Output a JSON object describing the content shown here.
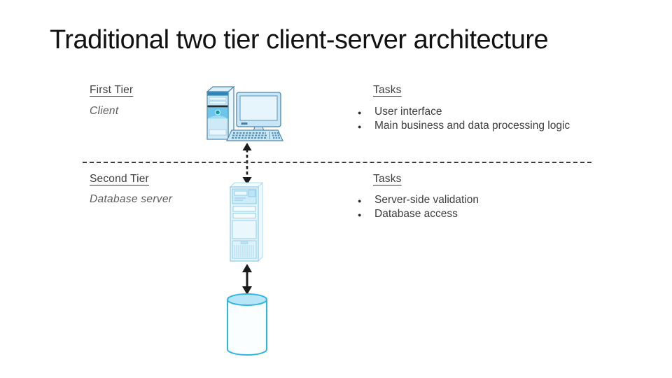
{
  "slide": {
    "title": "Traditional two tier client-server architecture"
  },
  "tiers": [
    {
      "tier_label": "First Tier",
      "role_label": "Client",
      "tasks_heading": "Tasks",
      "tasks": [
        "User interface",
        "Main business and data processing logic"
      ],
      "icon": "desktop-computer-icon"
    },
    {
      "tier_label": "Second Tier",
      "role_label": "Database server",
      "tasks_heading": "Tasks",
      "tasks": [
        "Server-side validation",
        "Database access"
      ],
      "icon": "server-tower-icon"
    }
  ],
  "storage": {
    "icon": "database-cylinder-icon"
  },
  "connections": [
    {
      "from": "client",
      "to": "database-server",
      "style": "dashed-double-arrow"
    },
    {
      "from": "database-server",
      "to": "database",
      "style": "solid-double-arrow"
    }
  ],
  "colors": {
    "background": "#ffffff",
    "title_text": "#111111",
    "body_text": "#3e3e3e",
    "outline_blue": "#4f87ae",
    "light_fill": "#cfeaf7",
    "pale_fill": "#e9f6fc",
    "accent_panel_blue": "#6cc6ea",
    "tower_cap_blue": "#2e85b8",
    "power_button_teal": "#0e9bb0",
    "server_outline": "#8ecbe6",
    "cylinder_cyan": "#2fb6e4",
    "arrow_black": "#1a1a1a"
  }
}
